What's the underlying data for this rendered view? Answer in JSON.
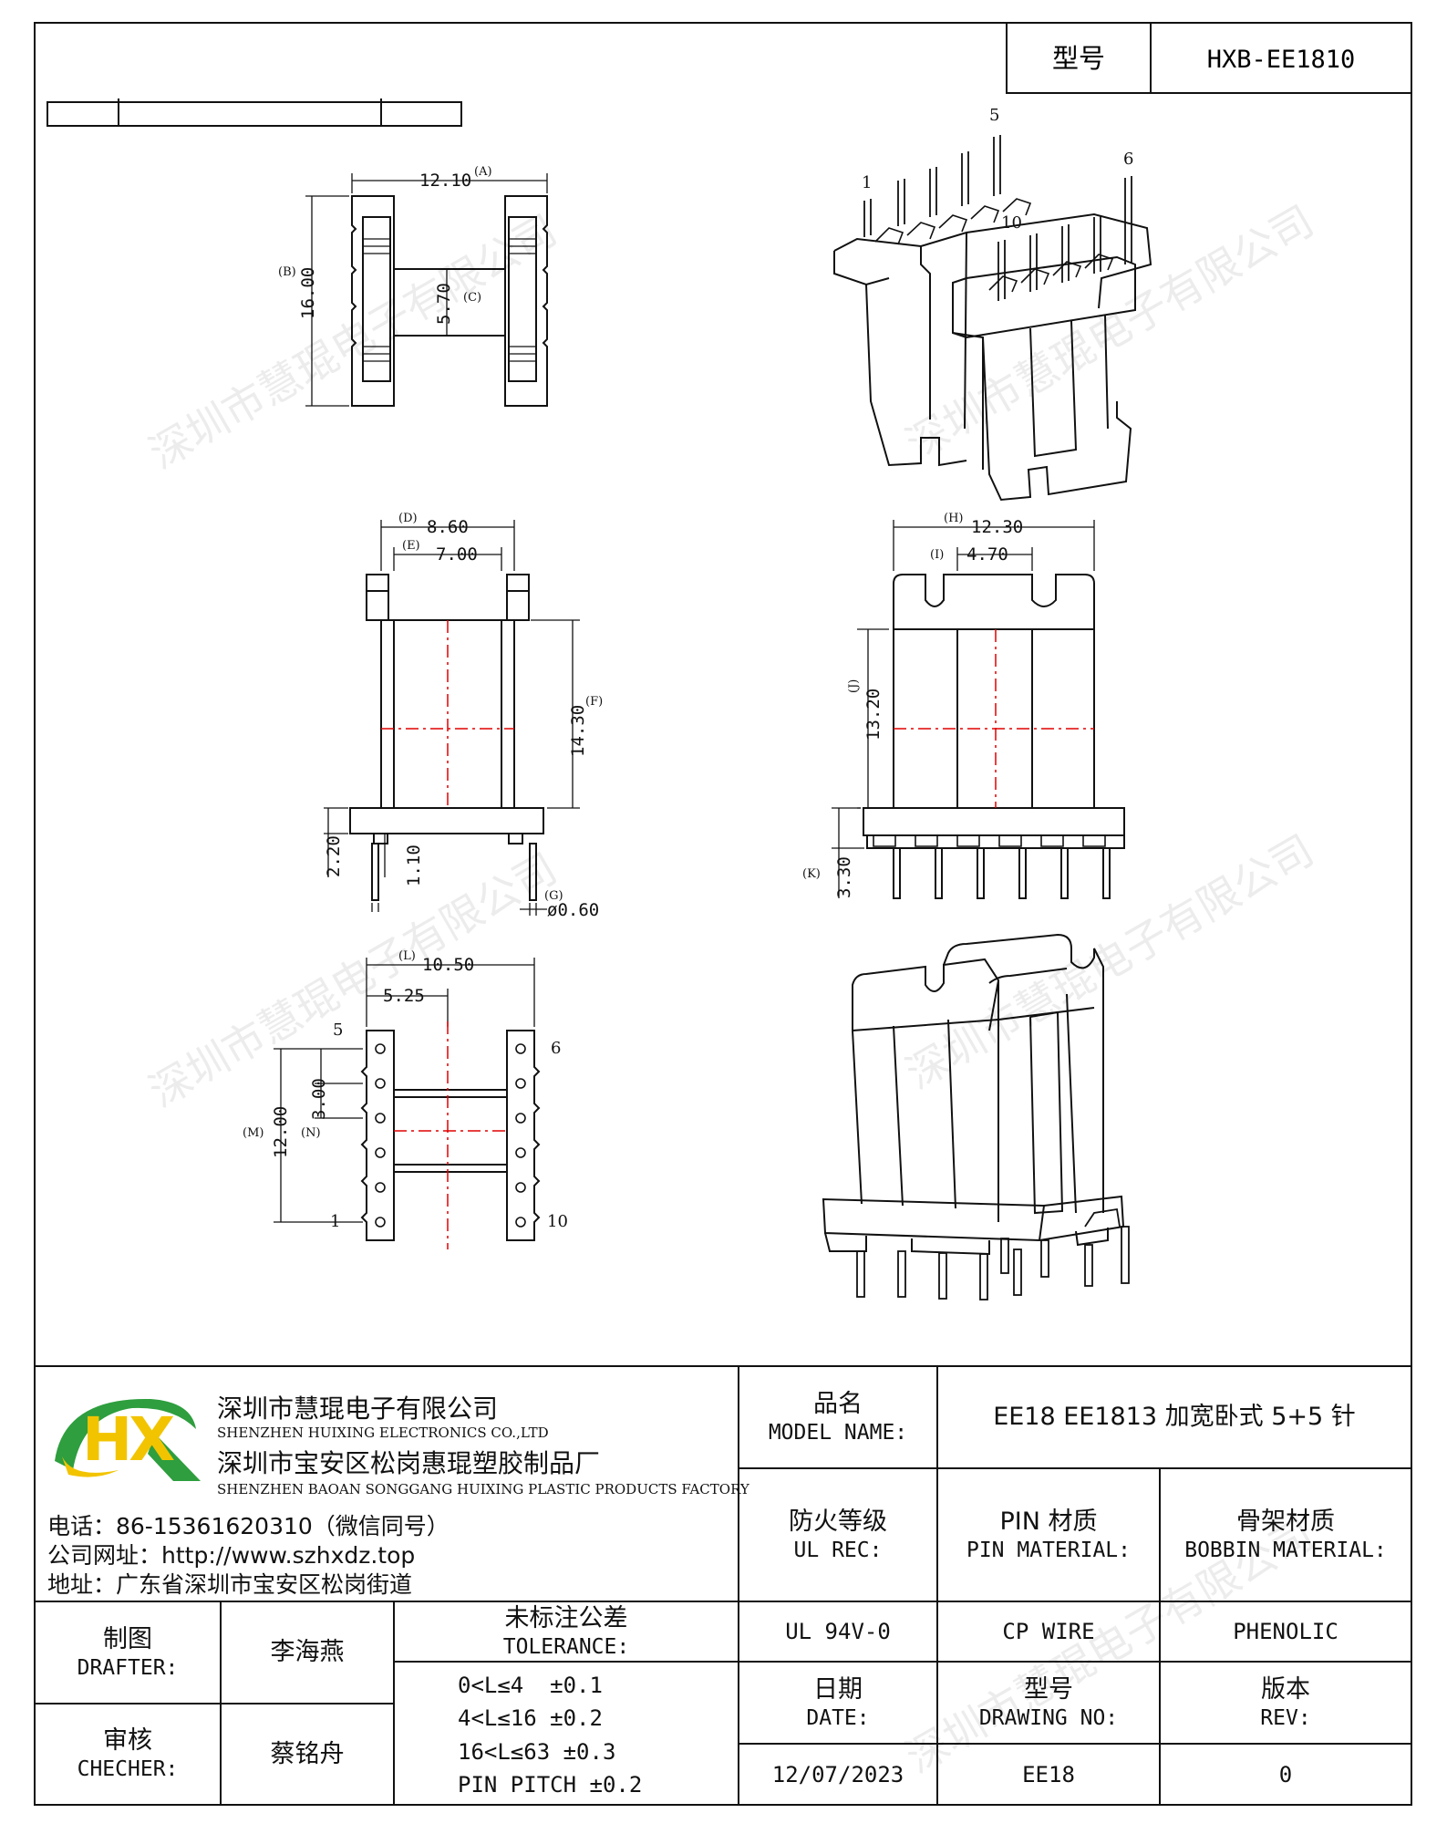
{
  "header": {
    "model_label": "型号",
    "model_value": "HXB-EE1810"
  },
  "watermark": "深圳市慧琨电子有限公司",
  "dimensions": {
    "top_view": {
      "A": "12.10",
      "A_tag": "(A)",
      "B": "16.00",
      "B_tag": "(B)",
      "C": "5.70",
      "C_tag": "(C)"
    },
    "side_view": {
      "D": "8.60",
      "D_tag": "(D)",
      "E": "7.00",
      "E_tag": "(E)",
      "F": "14.30",
      "F_tag": "(F)",
      "h1": "2.20",
      "h2": "1.10",
      "G": "ø0.60",
      "G_tag": "(G)"
    },
    "front_view": {
      "H": "12.30",
      "H_tag": "(H)",
      "I": "4.70",
      "I_tag": "(I)",
      "J": "13.20",
      "J_tag": "(J)",
      "K": "3.30",
      "K_tag": "(K)"
    },
    "bottom_view": {
      "L": "10.50",
      "L_tag": "(L)",
      "half": "5.25",
      "M": "12.00",
      "M_tag": "(M)",
      "N": "3.00",
      "N_tag": "(N)"
    }
  },
  "pin_labels": {
    "p1": "1",
    "p5": "5",
    "p6": "6",
    "p10": "10"
  },
  "company": {
    "name_cn": "深圳市慧琨电子有限公司",
    "name_en": "SHENZHEN HUIXING ELECTRONICS CO.,LTD",
    "factory_cn": "深圳市宝安区松岗惠琨塑胶制品厂",
    "factory_en": "SHENZHEN BAOAN SONGGANG HUIXING PLASTIC PRODUCTS FACTORY",
    "phone": "电话：86-15361620310（微信同号）",
    "website": "公司网址：http://www.szhxdz.top",
    "address": "地址：广东省深圳市宝安区松岗街道"
  },
  "logo": {
    "letters": "HX",
    "green": "#2e9e3e",
    "yellow": "#f2c400"
  },
  "title_block": {
    "model_name_cn": "品名",
    "model_name_en": "MODEL NAME:",
    "model_name_value": "EE18 EE1813 加宽卧式 5+5 针",
    "fire_cn": "防火等级",
    "fire_en": "UL REC:",
    "pin_cn": "PIN 材质",
    "pin_en": "PIN MATERIAL:",
    "bobbin_cn": "骨架材质",
    "bobbin_en": "BOBBIN MATERIAL:",
    "fire_value": "UL 94V-0",
    "pin_value": "CP WIRE",
    "bobbin_value": "PHENOLIC",
    "drafter_cn": "制图",
    "drafter_en": "DRAFTER:",
    "drafter_value": "李海燕",
    "checker_cn": "审核",
    "checker_en": "CHECHER:",
    "checker_value": "蔡铭舟",
    "tolerance_cn": "未标注公差",
    "tolerance_en": "TOLERANCE:",
    "tolerance_lines": [
      "0<L≤4  ±0.1",
      "4<L≤16 ±0.2",
      "16<L≤63 ±0.3",
      "PIN PITCH ±0.2"
    ],
    "date_cn": "日期",
    "date_en": "DATE:",
    "date_value": "12/07/2023",
    "drawing_cn": "型号",
    "drawing_en": "DRAWING NO:",
    "drawing_value": "EE18",
    "rev_cn": "版本",
    "rev_en": "REV:",
    "rev_value": "0"
  }
}
